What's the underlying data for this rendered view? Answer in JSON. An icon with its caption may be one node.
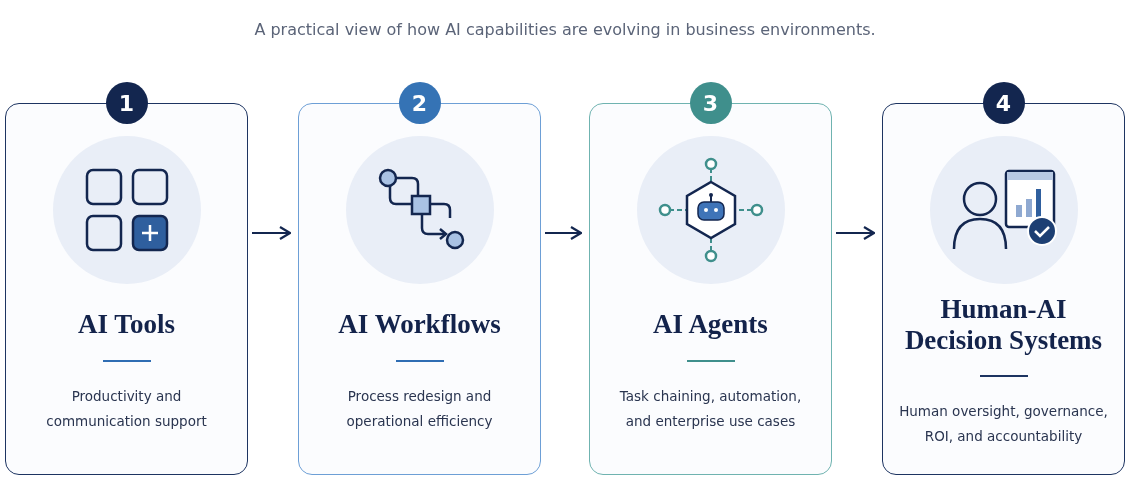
{
  "diagram": {
    "title": "A practical view of how AI capabilities are evolving in business environments.",
    "nodes": [
      {
        "text": [
          "1",
          "AI Tools",
          "Productivity and communication support"
        ]
      },
      {
        "text": [
          "2",
          "AI Workflows",
          "Process redesign and operational efficiency"
        ]
      },
      {
        "text": [
          "3",
          "AI Agents",
          "Task chaining, automation, and enterprise use cases"
        ]
      },
      {
        "text": [
          "4",
          "Human-AI Decision Systems",
          "Human oversight, governance, ROI, and accountability"
        ]
      }
    ],
    "edges": [
      {
        "from": 0,
        "to": 1,
        "arrow": "to"
      },
      {
        "from": 1,
        "to": 2,
        "arrow": "to"
      },
      {
        "from": 2,
        "to": 3,
        "arrow": "to"
      }
    ]
  }
}
